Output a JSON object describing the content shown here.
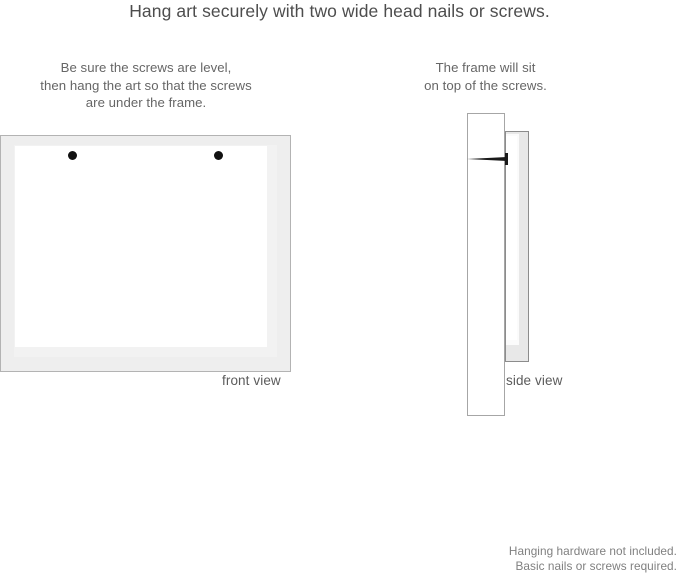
{
  "title": "Hang art securely with two wide head nails or screws.",
  "captions": {
    "left": {
      "line1": "Be sure the screws are level,",
      "line2": "then hang the art so that the screws",
      "line3": "are under the frame."
    },
    "right": {
      "line1": "The frame will sit",
      "line2": "on top of the screws."
    }
  },
  "views": {
    "front": {
      "label": "front view",
      "screw_count": 2
    },
    "side": {
      "label": "side view"
    }
  },
  "footer": {
    "line1": "Hanging hardware not included.",
    "line2": "Basic nails or screws required."
  },
  "colors": {
    "background": "#ffffff",
    "title_text": "#4d4d4d",
    "body_text": "#666666",
    "footer_text": "#808080",
    "frame_border": "#b3b3b3",
    "frame_fill": "#eeeeee",
    "matte_fill": "#f2f2f2",
    "art_fill": "#ffffff",
    "screw_dot": "#111111",
    "nail": "#1a1a1a",
    "wall_border": "#a6a6a6",
    "side_frame_fill": "#e8e8e8",
    "side_frame_border": "#8c8c8c"
  }
}
